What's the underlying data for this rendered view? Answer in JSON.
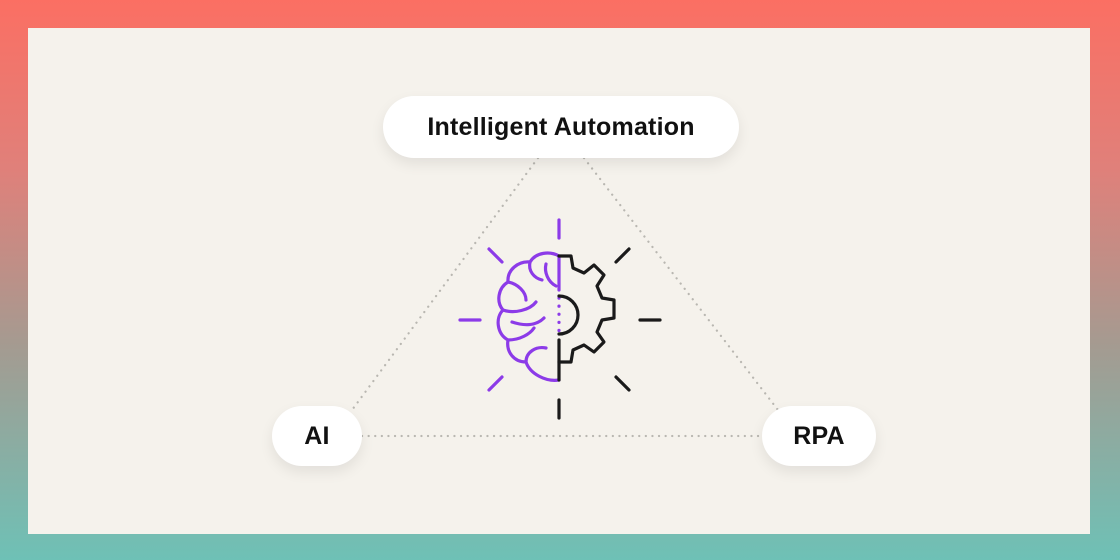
{
  "diagram": {
    "nodes": {
      "top": {
        "label": "Intelligent Automation"
      },
      "left": {
        "label": "AI"
      },
      "right": {
        "label": "RPA"
      }
    },
    "center_icon": {
      "left_half": "brain-icon",
      "right_half": "gear-icon"
    }
  },
  "colors": {
    "frame_top": "#fb6f63",
    "frame_bottom": "#6ec1b6",
    "panel": "#f5f2ec",
    "node_bg": "#ffffff",
    "text": "#111111",
    "accent_purple": "#8c3be8",
    "icon_dark": "#1a1a1a",
    "connector": "#b9b7b1"
  }
}
